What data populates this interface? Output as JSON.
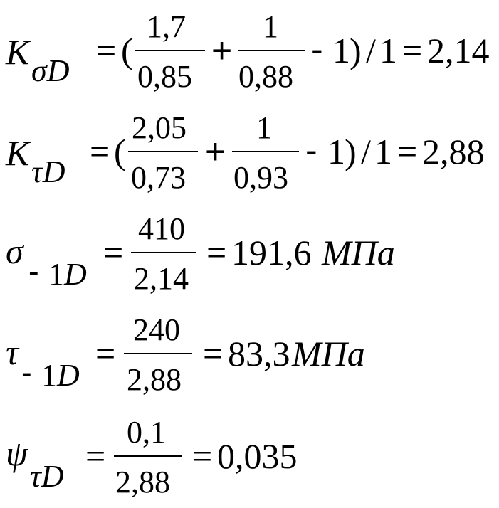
{
  "equations": [
    {
      "symbol": "K",
      "subscript": "σD",
      "eq1": "=",
      "lparen": "(",
      "frac1": {
        "num": "1,7",
        "den": "0,85"
      },
      "plus": "+",
      "frac2": {
        "num": "1",
        "den": "0,88"
      },
      "minus": "-",
      "one": "1",
      "rparen": ")",
      "slash": "/",
      "divisor": "1",
      "eq2": "=",
      "result": "2,14"
    },
    {
      "symbol": "K",
      "subscript": "τD",
      "eq1": "=",
      "lparen": "(",
      "frac1": {
        "num": "2,05",
        "den": "0,73"
      },
      "plus": "+",
      "frac2": {
        "num": "1",
        "den": "0,93"
      },
      "minus": "-",
      "one": "1",
      "rparen": ")",
      "slash": "/",
      "divisor": "1",
      "eq2": "=",
      "result": "2,88"
    },
    {
      "symbol": "σ",
      "sub_minus": "-",
      "sub_one": "1",
      "sub_D": "D",
      "eq1": "=",
      "frac": {
        "num": "410",
        "den": "2,14"
      },
      "eq2": "=",
      "result": "191,6",
      "unit": "МПа"
    },
    {
      "symbol": "τ",
      "sub_minus": "-",
      "sub_one": "1",
      "sub_D": "D",
      "eq1": "=",
      "frac": {
        "num": "240",
        "den": "2,88"
      },
      "eq2": "=",
      "result": "83,3",
      "unit": "МПа"
    },
    {
      "symbol": "ψ",
      "subscript": "τD",
      "eq1": "=",
      "frac": {
        "num": "0,1",
        "den": "2,88"
      },
      "eq2": "=",
      "result": "0,035"
    }
  ]
}
